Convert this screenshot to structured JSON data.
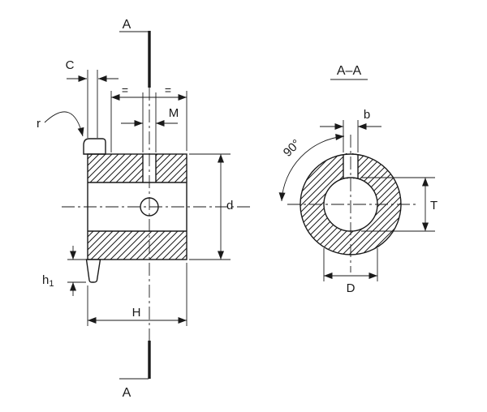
{
  "figure": {
    "type": "sprocket-technical-drawing",
    "colors": {
      "ink": "#1a1a1a",
      "background": "#ffffff"
    },
    "side_view": {
      "section_marker_top": "A",
      "section_marker_bottom": "A",
      "labels": {
        "c": "C",
        "r": "r",
        "m": "M",
        "equal_left": "=",
        "equal_right": "=",
        "d": "d",
        "h1_base": "h",
        "h1_sub": "1",
        "h": "H"
      }
    },
    "section_view": {
      "title": "A–A",
      "labels": {
        "b": "b",
        "angle": "90°",
        "t": "T",
        "d_bore": "D"
      }
    }
  }
}
